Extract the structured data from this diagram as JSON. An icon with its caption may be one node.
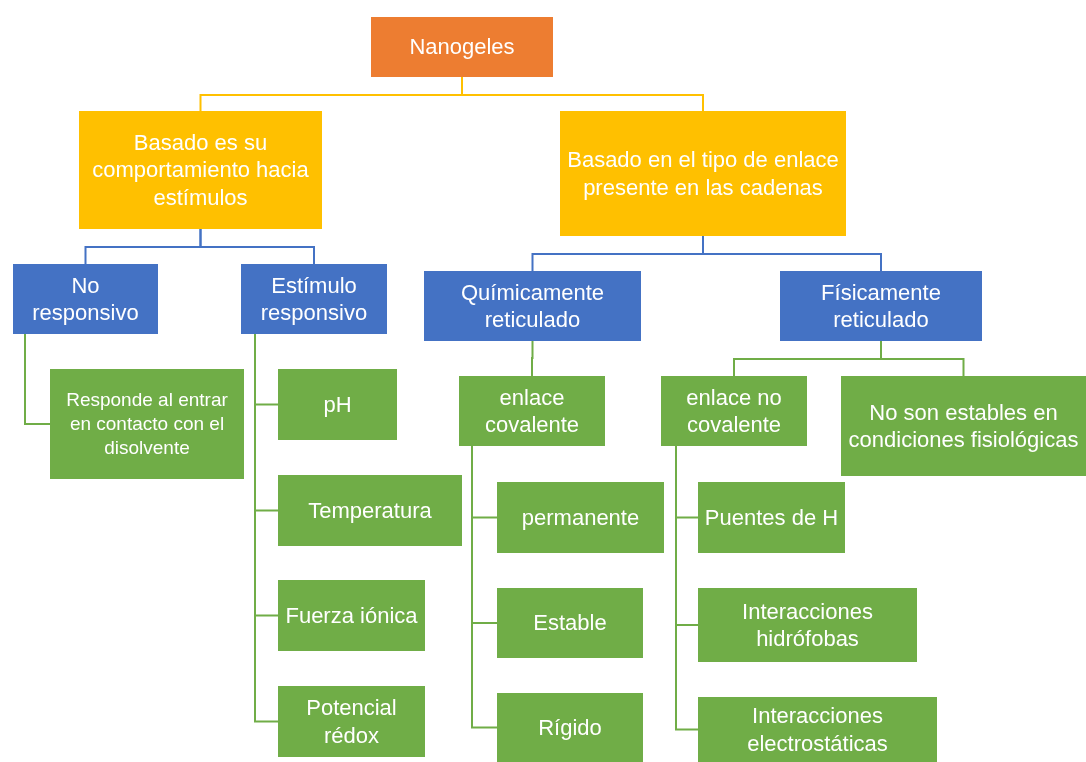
{
  "diagram": {
    "nodes": [
      {
        "text": [
          "Nanogeles"
        ]
      },
      {
        "text": [
          "Basado es su comportamiento hacia estímulos"
        ]
      },
      {
        "text": [
          "Basado en el tipo de enlace presente en las cadenas"
        ]
      },
      {
        "text": [
          "No responsivo"
        ]
      },
      {
        "text": [
          "Estímulo responsivo"
        ]
      },
      {
        "text": [
          "Químicamente reticulado"
        ]
      },
      {
        "text": [
          "Físicamente reticulado"
        ]
      },
      {
        "text": [
          "Responde al entrar en contacto con el disolvente"
        ]
      },
      {
        "text": [
          "pH"
        ]
      },
      {
        "text": [
          "Temperatura"
        ]
      },
      {
        "text": [
          "Fuerza iónica"
        ]
      },
      {
        "text": [
          "Potencial rédox"
        ]
      },
      {
        "text": [
          "enlace covalente"
        ]
      },
      {
        "text": [
          "enlace no covalente"
        ]
      },
      {
        "text": [
          "No son estables en condiciones fisiológicas"
        ]
      },
      {
        "text": [
          "permanente"
        ]
      },
      {
        "text": [
          "Estable"
        ]
      },
      {
        "text": [
          "Rígido"
        ]
      },
      {
        "text": [
          "Puentes de H"
        ]
      },
      {
        "text": [
          "Interacciones hidrófobas"
        ]
      },
      {
        "text": [
          "Interacciones electrostáticas"
        ]
      }
    ],
    "edges": [
      {
        "from": 0,
        "to": 1,
        "arrow": "none",
        "color": "#ffc000"
      },
      {
        "from": 0,
        "to": 2,
        "arrow": "none",
        "color": "#ffc000"
      },
      {
        "from": 1,
        "to": 3,
        "arrow": "none",
        "color": "#4472c4"
      },
      {
        "from": 1,
        "to": 4,
        "arrow": "none",
        "color": "#4472c4"
      },
      {
        "from": 2,
        "to": 5,
        "arrow": "none",
        "color": "#4472c4"
      },
      {
        "from": 2,
        "to": 6,
        "arrow": "none",
        "color": "#4472c4"
      },
      {
        "from": 3,
        "to": 7,
        "arrow": "none"
      },
      {
        "from": 4,
        "to": 8,
        "arrow": "none"
      },
      {
        "from": 4,
        "to": 9,
        "arrow": "none"
      },
      {
        "from": 4,
        "to": 10,
        "arrow": "none"
      },
      {
        "from": 4,
        "to": 11,
        "arrow": "none"
      },
      {
        "from": 5,
        "to": 12,
        "arrow": "none"
      },
      {
        "from": 6,
        "to": 13,
        "arrow": "none"
      },
      {
        "from": 6,
        "to": 14,
        "arrow": "none"
      },
      {
        "from": 12,
        "to": 15,
        "arrow": "none"
      },
      {
        "from": 12,
        "to": 16,
        "arrow": "none"
      },
      {
        "from": 12,
        "to": 17,
        "arrow": "none"
      },
      {
        "from": 13,
        "to": 18,
        "arrow": "none"
      },
      {
        "from": 13,
        "to": 19,
        "arrow": "none"
      },
      {
        "from": 13,
        "to": 20,
        "arrow": "none"
      }
    ]
  }
}
